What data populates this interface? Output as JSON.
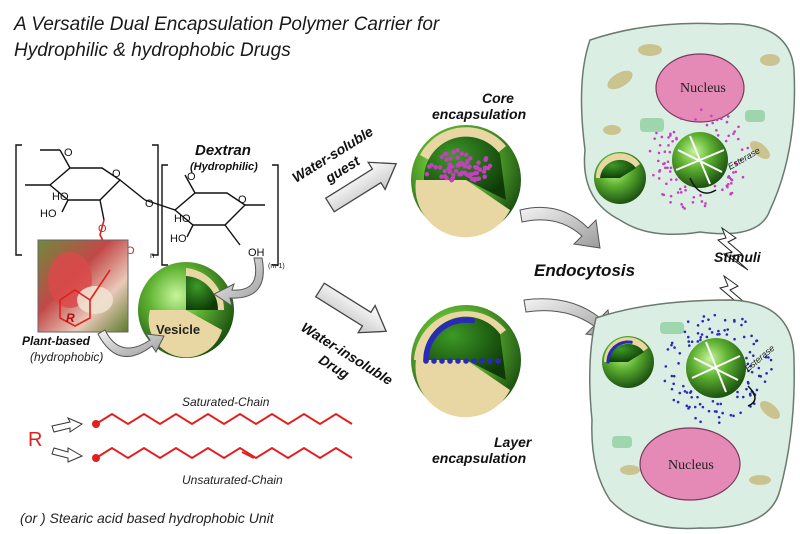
{
  "title": {
    "line1": "A Versatile Dual Encapsulation Polymer Carrier for",
    "line2": "Hydrophilic & hydrophobic Drugs"
  },
  "dextran": {
    "name": "Dextran",
    "sub": "(Hydrophilic)"
  },
  "plant": {
    "name": "Plant-based",
    "sub": "(hydrophobic)",
    "r_label": "R"
  },
  "vesicle": {
    "label": "Vesicle"
  },
  "chains": {
    "r_label": "R",
    "saturated": "Saturated-Chain",
    "unsaturated": "Unsaturated-Chain",
    "footer": "(or ) Stearic acid  based hydrophobic Unit"
  },
  "paths": {
    "soluble_line1": "Water-soluble",
    "soluble_line2": "guest",
    "insoluble_line1": "Water-insoluble",
    "insoluble_line2": "Drug"
  },
  "core": {
    "line1": "Core",
    "line2": "encapsulation"
  },
  "layer": {
    "line1": "Layer",
    "line2": "encapsulation"
  },
  "cell": {
    "endocytosis": "Endocytosis",
    "stimuli": "Stimuli",
    "nucleus_top": "Nucleus",
    "nucleus_bottom": "Nucleus",
    "esterase_top": "Esterase",
    "esterase_bottom": "Esterase"
  },
  "chem": {
    "o1": "O",
    "o2": "O",
    "o3": "O",
    "o4": "O",
    "o5": "O",
    "o6": "O",
    "o7": "O",
    "ho1": "HO",
    "ho2": "HO",
    "ho3": "HO",
    "ho4": "HO",
    "oh1": "OH",
    "n_sub": "n",
    "m_sub": "(m-1)"
  },
  "colors": {
    "vesicle_green": "#2e7d1e",
    "membrane": "#e8d7a3",
    "cell_fill": "#dbeee3",
    "nucleus": "#e58ab7",
    "red_chain": "#e02020",
    "core_dots": "#c63fc0",
    "layer_dots": "#2a2ab8"
  },
  "icons": [
    "arrow-right-icon",
    "curved-arrow-icon",
    "lightning-icon"
  ]
}
